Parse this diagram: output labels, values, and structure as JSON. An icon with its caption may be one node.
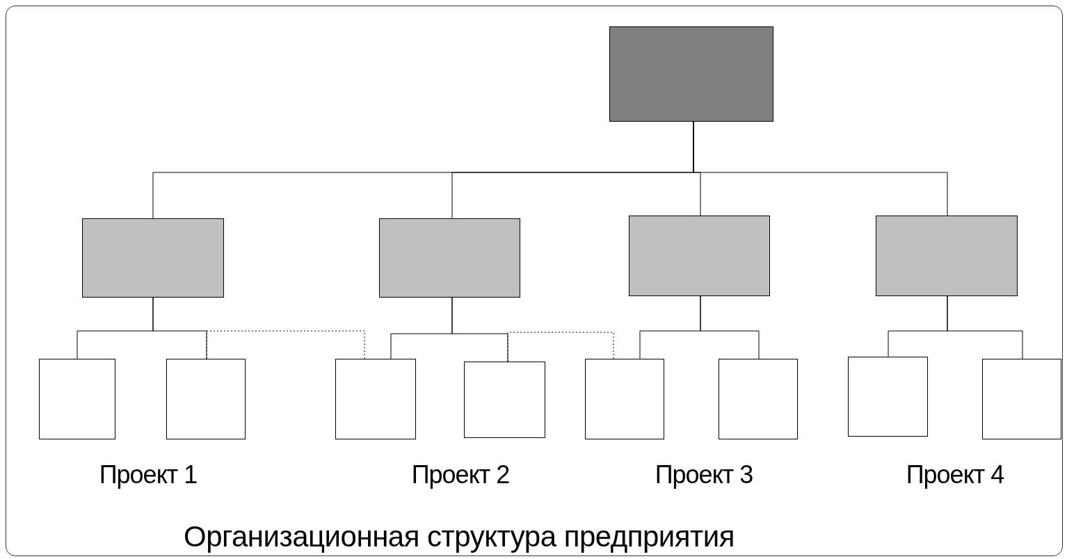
{
  "diagram": {
    "caption": "Организационная структура предприятия",
    "nodes": [
      {
        "text": [],
        "shape": "box"
      },
      {
        "text": [],
        "shape": "box"
      },
      {
        "text": [],
        "shape": "box"
      },
      {
        "text": [],
        "shape": "box"
      },
      {
        "text": [],
        "shape": "box"
      },
      {
        "text": [],
        "shape": "box"
      },
      {
        "text": [],
        "shape": "box"
      },
      {
        "text": [],
        "shape": "box"
      },
      {
        "text": [],
        "shape": "box"
      },
      {
        "text": [],
        "shape": "box"
      },
      {
        "text": [],
        "shape": "box"
      },
      {
        "text": [],
        "shape": "box"
      },
      {
        "text": [],
        "shape": "box"
      }
    ],
    "edges": [
      {
        "from": 0,
        "to": 1,
        "arrow": "none"
      },
      {
        "from": 0,
        "to": 2,
        "arrow": "none"
      },
      {
        "from": 0,
        "to": 3,
        "arrow": "none"
      },
      {
        "from": 0,
        "to": 4,
        "arrow": "none"
      },
      {
        "from": 1,
        "to": 5,
        "arrow": "none"
      },
      {
        "from": 1,
        "to": 6,
        "arrow": "none"
      },
      {
        "from": 2,
        "to": 7,
        "arrow": "none"
      },
      {
        "from": 2,
        "to": 8,
        "arrow": "none"
      },
      {
        "from": 3,
        "to": 9,
        "arrow": "none"
      },
      {
        "from": 3,
        "to": 10,
        "arrow": "none"
      },
      {
        "from": 4,
        "to": 11,
        "arrow": "none"
      },
      {
        "from": 4,
        "to": 12,
        "arrow": "none"
      },
      {
        "from": 6,
        "to": 7,
        "arrow": "none",
        "style": "dashed"
      },
      {
        "from": 8,
        "to": 9,
        "arrow": "none",
        "style": "dashed"
      }
    ],
    "labels": [
      "Проект 1",
      "Проект 2",
      "Проект 3",
      "Проект 4"
    ]
  }
}
